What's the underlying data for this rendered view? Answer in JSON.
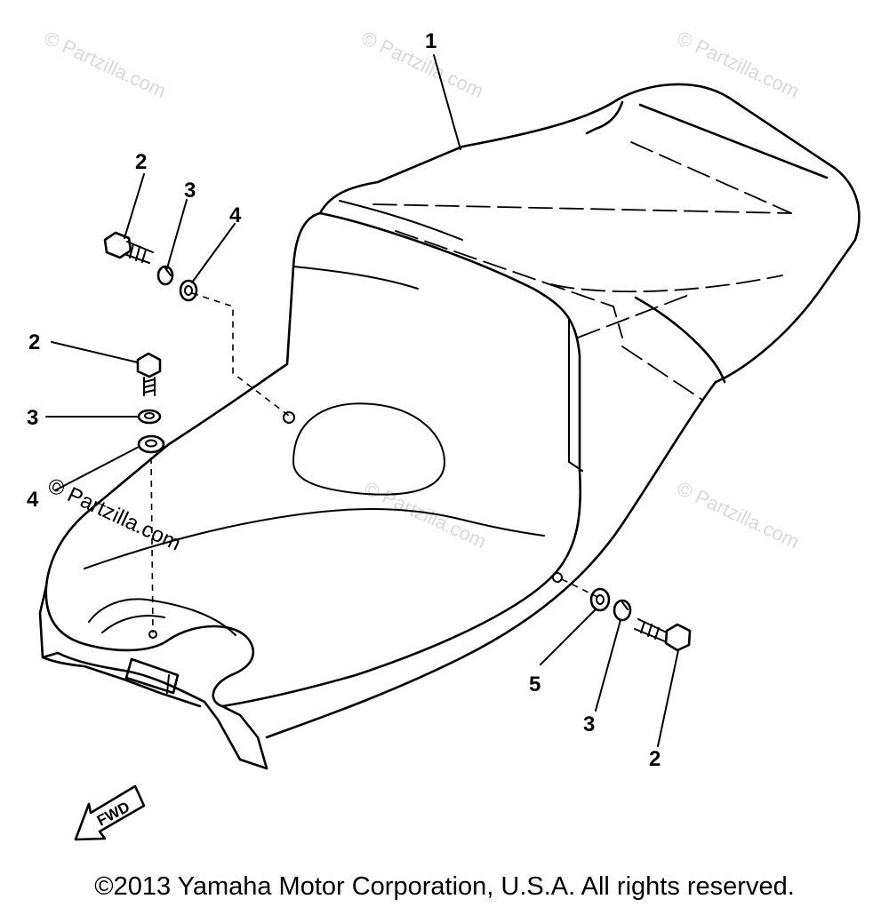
{
  "watermark": "© Partzilla.com",
  "callouts": [
    "1",
    "2",
    "3",
    "4",
    "2",
    "3",
    "4",
    "5",
    "3",
    "2"
  ],
  "fwd_label": "FWD",
  "copyright": "©2013 Yamaha Motor Corporation, U.S.A. All rights reserved."
}
